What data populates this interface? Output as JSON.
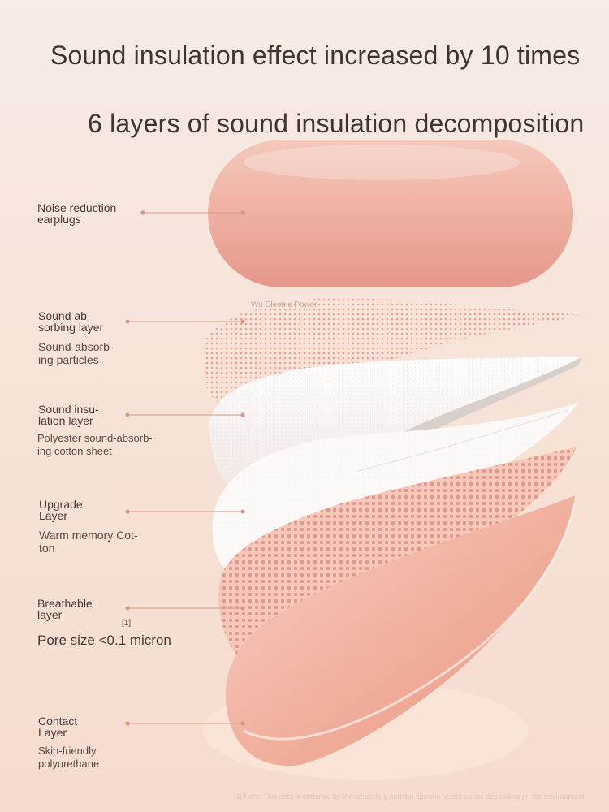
{
  "headline": "Sound insulation effect increased by 10 times",
  "subheadline": "6 layers of sound insulation decomposition",
  "watermark": "Wu Electric Power",
  "layers": [
    {
      "label": "Noise reduction\nearplugs",
      "detail": ""
    },
    {
      "label": "Sound ab-\nsorbing layer",
      "detail": "Sound-absorb-\ning particles"
    },
    {
      "label": "Sound insu-\nlation layer",
      "detail": "Polyester sound-absorb-\ning cotton sheet"
    },
    {
      "label": "Upgrade\nLayer",
      "detail": "Warm memory Cot-\nton"
    },
    {
      "label": "Breathable\nlayer",
      "detail": "Pore size <0.1 micron",
      "marker": "[1]"
    },
    {
      "label": "Contact\nLayer",
      "detail": "Skin-friendly\npolyurethane"
    }
  ],
  "footnote": "[1] Note: This data is obtained by the laboratory and the specific usage varies depending on the environment",
  "colors": {
    "background": "#f7e3d8",
    "accent_pink": "#e7a393",
    "leader_line": "#d99584",
    "text": "#4a3a36"
  }
}
